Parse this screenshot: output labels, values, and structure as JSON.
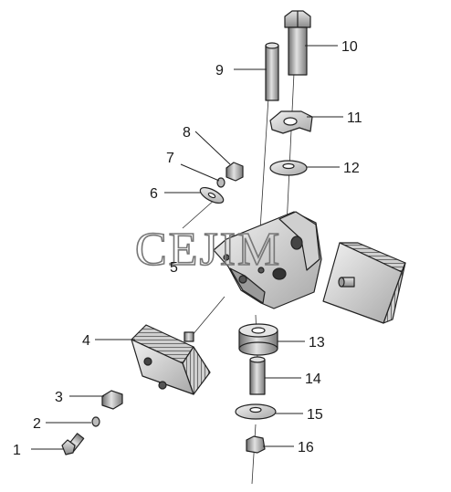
{
  "watermark": "CEJIM",
  "callouts": {
    "p1": "1",
    "p2": "2",
    "p3": "3",
    "p4": "4",
    "p5": "5",
    "p6": "6",
    "p7": "7",
    "p8": "8",
    "p9": "9",
    "p10": "10",
    "p11": "11",
    "p12": "12",
    "p13": "13",
    "p14": "14",
    "p15": "15",
    "p16": "16"
  }
}
